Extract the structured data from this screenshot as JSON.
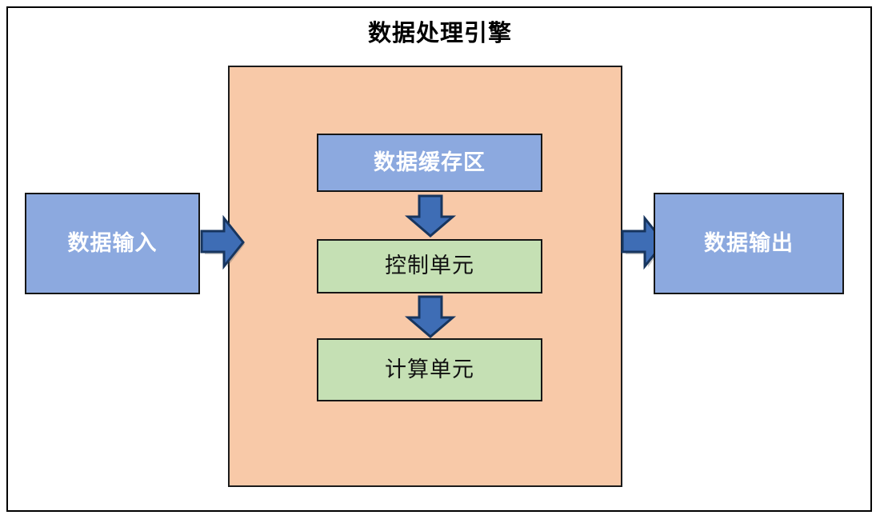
{
  "diagram": {
    "title": "数据处理引擎",
    "engine_panel": {
      "name": "数据处理引擎",
      "fill_color": "#F8C9A8",
      "border_color": "#1b1b1b"
    },
    "nodes": [
      {
        "id": "input",
        "label": "数据输入",
        "fill_color": "#8CA9DF",
        "text_color": "#FFFFFF",
        "shape": "rectangle"
      },
      {
        "id": "cache",
        "label": "数据缓存区",
        "fill_color": "#8CA9DF",
        "text_color": "#FFFFFF",
        "shape": "rectangle"
      },
      {
        "id": "control",
        "label": "控制单元",
        "fill_color": "#C5E0B4",
        "text_color": "#111111",
        "shape": "rectangle"
      },
      {
        "id": "compute",
        "label": "计算单元",
        "fill_color": "#C5E0B4",
        "text_color": "#111111",
        "shape": "rectangle"
      },
      {
        "id": "output",
        "label": "数据输出",
        "fill_color": "#8CA9DF",
        "text_color": "#FFFFFF",
        "shape": "rectangle"
      }
    ],
    "arrows": [
      {
        "id": "input-to-engine",
        "from": "input",
        "to": "engine",
        "direction": "right",
        "fill_color": "#3E6DB5"
      },
      {
        "id": "cache-to-control",
        "from": "cache",
        "to": "control",
        "direction": "down",
        "fill_color": "#3E6DB5"
      },
      {
        "id": "control-to-compute",
        "from": "control",
        "to": "compute",
        "direction": "down",
        "fill_color": "#3E6DB5"
      },
      {
        "id": "engine-to-output",
        "from": "engine",
        "to": "output",
        "direction": "right",
        "fill_color": "#3E6DB5"
      }
    ],
    "frame_color": "#000000",
    "background_color": "#FFFFFF"
  }
}
